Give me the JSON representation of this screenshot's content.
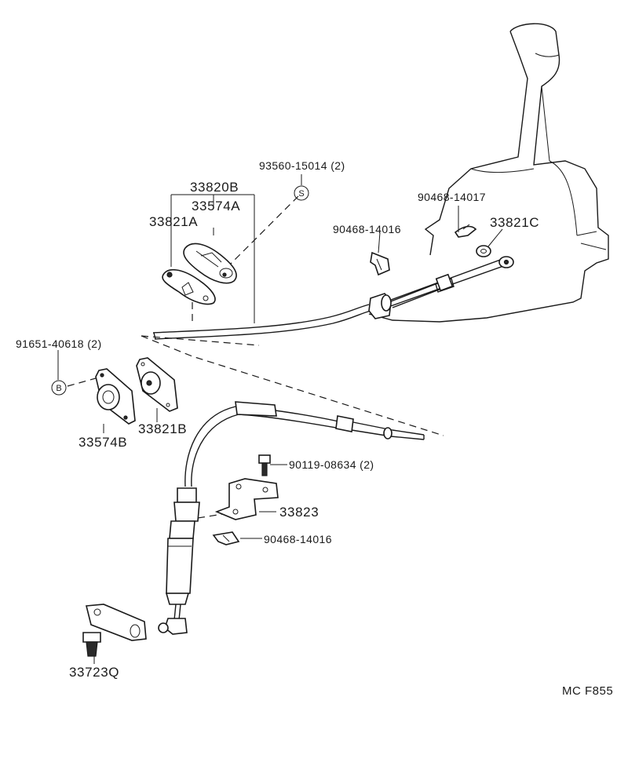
{
  "diagram": {
    "code": "MC F855",
    "callouts": {
      "p33820B": "33820B",
      "p33574A": "33574A",
      "p33821A": "33821A",
      "p93560": "93560-15014 (2)",
      "p90468_14017": "90468-14017",
      "p90468_14016_top": "90468-14016",
      "p33821C": "33821C",
      "p91651": "91651-40618 (2)",
      "p33574B": "33574B",
      "p33821B": "33821B",
      "p90119": "90119-08634 (2)",
      "p33823": "33823",
      "p90468_14016_bot": "90468-14016",
      "p33723Q": "33723Q"
    },
    "symbols": {
      "s": "S",
      "b": "B"
    }
  }
}
